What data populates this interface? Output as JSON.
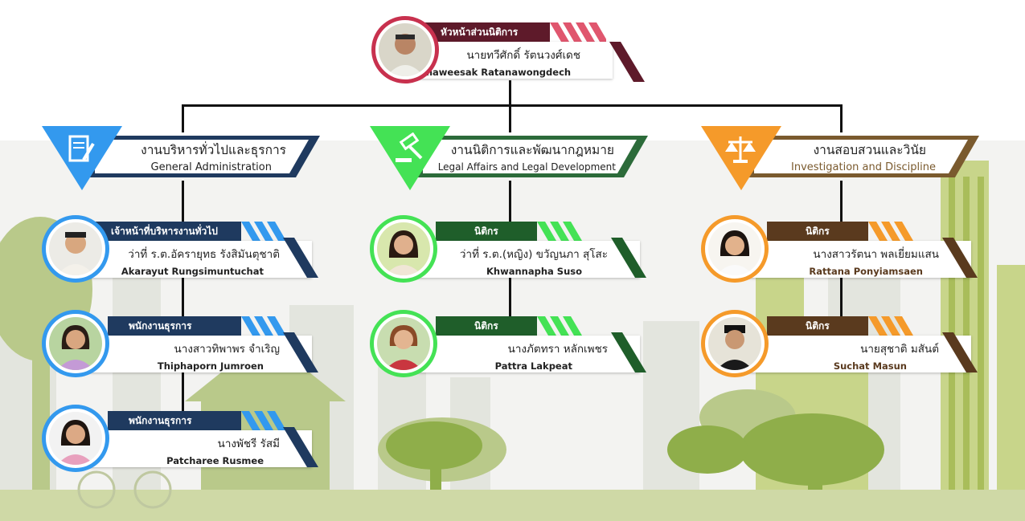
{
  "head": {
    "role": "หัวหน้าส่วนนิติการ",
    "name_th": "นายทวีศักดิ์  รัตนวงศ์เดช",
    "name_en": "Thaweesak Ratanawongdech"
  },
  "departments": [
    {
      "title_th": "งานบริหารทั่วไปและธุรการ",
      "title_en": "General Administration",
      "color": "#1f3a5f",
      "accent": "#3399ee",
      "icon": "document-pen-icon",
      "staff": [
        {
          "role": "เจ้าหน้าที่บริหารงานทั่วไป",
          "name_th": "ว่าที่ ร.ต.อัครายุทธ  รังสิมันตุชาติ",
          "name_en": "Akarayut Rungsimuntuchat"
        },
        {
          "role": "พนักงานธุรการ",
          "name_th": "นางสาวทิพาพร จำเริญ",
          "name_en": "Thiphaporn Jumroen"
        },
        {
          "role": "พนักงานธุรการ",
          "name_th": "นางพัชรี  รัสมี",
          "name_en": "Patcharee Rusmee"
        }
      ]
    },
    {
      "title_th": "งานนิติการและพัฒนากฎหมาย",
      "title_en": "Legal Affairs and Legal Development",
      "color": "#1f6b2e",
      "accent": "#44dd55",
      "icon": "gavel-icon",
      "staff": [
        {
          "role": "นิติกร",
          "name_th": "ว่าที่ ร.ต.(หญิง) ขวัญนภา  สุโสะ",
          "name_en": "Khwannapha Suso"
        },
        {
          "role": "นิติกร",
          "name_th": "นางภัตทรา  หลักเพชร",
          "name_en": "Pattra Lakpeat"
        }
      ]
    },
    {
      "title_th": "งานสอบสวนและวินัย",
      "title_en": "Investigation and Discipline",
      "color": "#5a3a1e",
      "accent": "#f59a2a",
      "icon": "scales-icon",
      "staff": [
        {
          "role": "นิติกร",
          "name_th": "นางสาวรัตนา  พลเยี่ยมแสน",
          "name_en": "Rattana Ponyiamsaen"
        },
        {
          "role": "นิติกร",
          "name_th": "นายสุชาติ  มสันต์",
          "name_en": "Suchat Masun"
        }
      ]
    }
  ]
}
